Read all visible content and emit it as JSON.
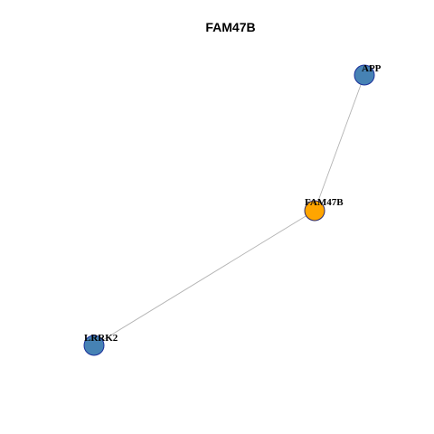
{
  "graph": {
    "title": "FAM47B",
    "edge_color": "#b3b3b3",
    "nodes": [
      {
        "id": "APP",
        "label": "APP",
        "fill": "#4682b4",
        "stroke": "#1a2f9a"
      },
      {
        "id": "FAM47B",
        "label": "FAM47B",
        "fill": "#ffa500",
        "stroke": "#2a2a6a"
      },
      {
        "id": "LRRK2",
        "label": "LRRK2",
        "fill": "#4682b4",
        "stroke": "#1a2f9a"
      }
    ],
    "edges": [
      {
        "source": "APP",
        "target": "FAM47B"
      },
      {
        "source": "FAM47B",
        "target": "LRRK2"
      }
    ]
  }
}
